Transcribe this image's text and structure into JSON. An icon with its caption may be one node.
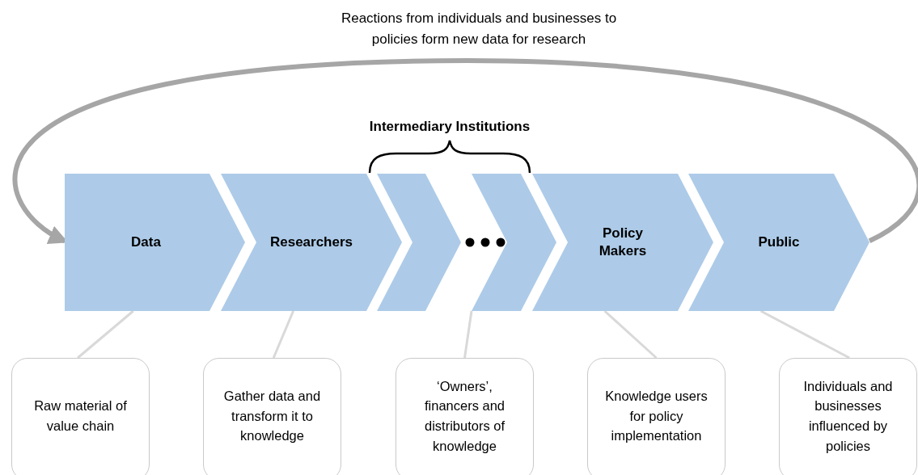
{
  "diagram": {
    "nodes": [
      {
        "text": [
          "Data"
        ]
      },
      {
        "text": [
          "Researchers"
        ]
      },
      {
        "text": [],
        "shape": "chevron"
      },
      {
        "text": [],
        "shape": "chevron"
      },
      {
        "text": [
          "Policy Makers"
        ]
      },
      {
        "text": [
          "Public"
        ]
      },
      {
        "text": [
          "Raw material of value chain"
        ]
      },
      {
        "text": [
          "Gather data and transform it to knowledge"
        ]
      },
      {
        "text": [
          "‘Owners’, financers and distributors of knowledge"
        ]
      },
      {
        "text": [
          "Knowledge users for policy implementation"
        ]
      },
      {
        "text": [
          "Individuals and businesses influenced by policies"
        ]
      }
    ],
    "edges": [
      {
        "from": 5,
        "to": 0,
        "arrow": "to",
        "label": "Reactions from individuals and businesses to policies form new data for research",
        "style": "thick",
        "color": "#a6a6a6"
      },
      {
        "from": 0,
        "to": 6,
        "arrow": "none"
      },
      {
        "from": 1,
        "to": 7,
        "arrow": "none"
      },
      {
        "from": 3,
        "to": 8,
        "arrow": "none"
      },
      {
        "from": 4,
        "to": 9,
        "arrow": "none"
      },
      {
        "from": 5,
        "to": 10,
        "arrow": "none"
      }
    ],
    "labels": [
      "Intermediary Institutions"
    ]
  }
}
